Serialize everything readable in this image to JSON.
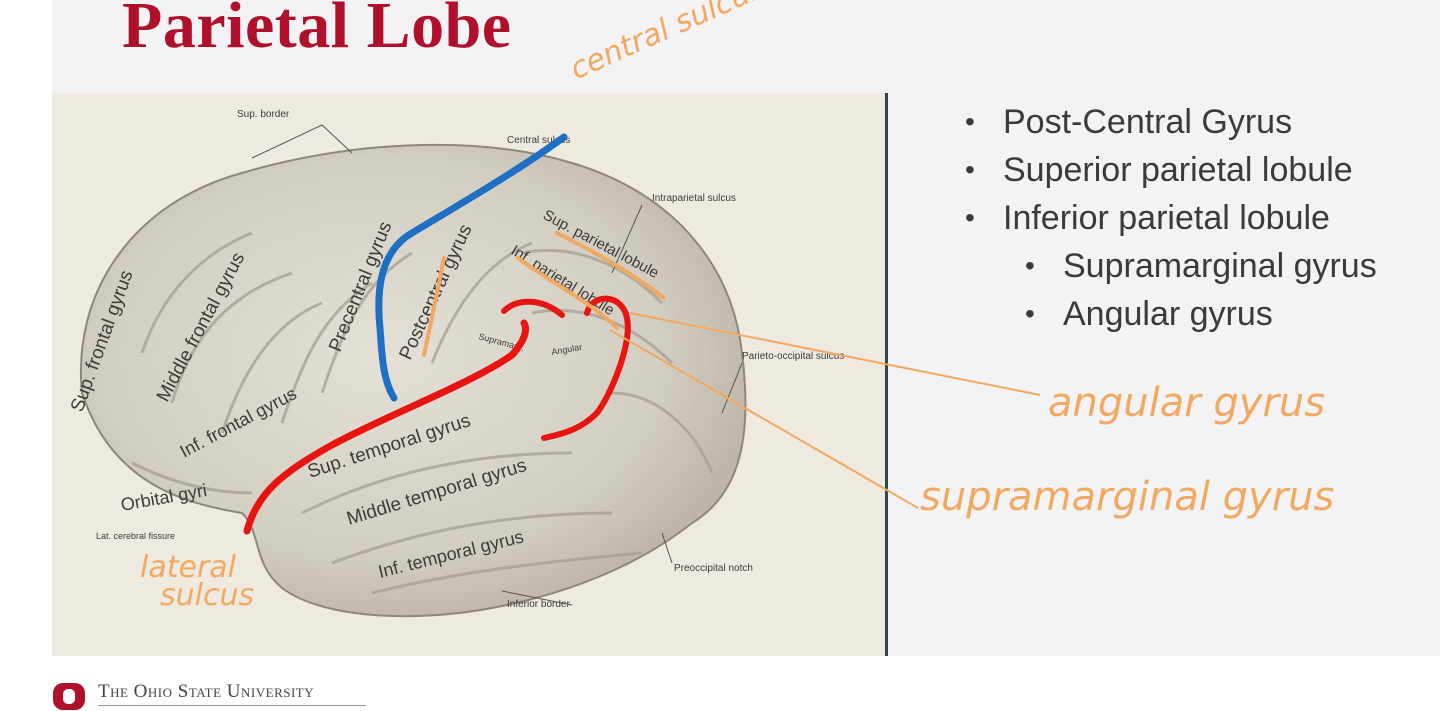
{
  "slide": {
    "title": "Parietal Lobe",
    "bullets": [
      {
        "text": "Post-Central Gyrus",
        "level": 1
      },
      {
        "text": "Superior parietal lobule",
        "level": 1
      },
      {
        "text": "Inferior parietal lobule",
        "level": 1
      },
      {
        "text": "Supramarginal gyrus",
        "level": 2
      },
      {
        "text": "Angular gyrus",
        "level": 2
      }
    ]
  },
  "annotations": {
    "central_sulcus": "central sulcus",
    "angular_gyrus": "angular gyrus",
    "supramarginal_gyrus": "supramarginal gyrus",
    "lateral_sulcus_line1": "lateral",
    "lateral_sulcus_line2": "sulcus"
  },
  "figure_labels": {
    "sup_border": "Sup. border",
    "central_sulcus": "Central sulcus",
    "intraparietal_sulcus": "Intraparietal sulcus",
    "sup_frontal_gyrus": "Sup. frontal gyrus",
    "middle_frontal_gyrus": "Middle frontal gyrus",
    "precentral_gyrus": "Precentral gyrus",
    "postcentral_gyrus": "Postcentral gyrus",
    "sup_parietal_lobule": "Sup. parietal lobule",
    "inf_parietal_lobule": "Inf. parietal lobule",
    "supramarginal": "Supramarg.",
    "angular": "Angular",
    "parieto_occipital_sulcus": "Parieto-occipital sulcus",
    "inf_frontal_gyrus": "Inf. frontal gyrus",
    "sup_temporal_gyrus": "Sup. temporal gyrus",
    "middle_temporal_gyrus": "Middle temporal gyrus",
    "orbital_gyri": "Orbital gyri",
    "lat_cerebral_fissure": "Lat. cerebral fissure",
    "inf_temporal_gyrus": "Inf. temporal gyrus",
    "preoccipital_notch": "Preoccipital notch",
    "inferior_border": "Inferior border"
  },
  "footer": {
    "university": "The Ohio State University"
  },
  "colors": {
    "title": "#b0102a",
    "annotation_orange": "#f3a860",
    "central_sulcus_blue": "#1f6fc4",
    "lateral_sulcus_red": "#e8140f"
  }
}
